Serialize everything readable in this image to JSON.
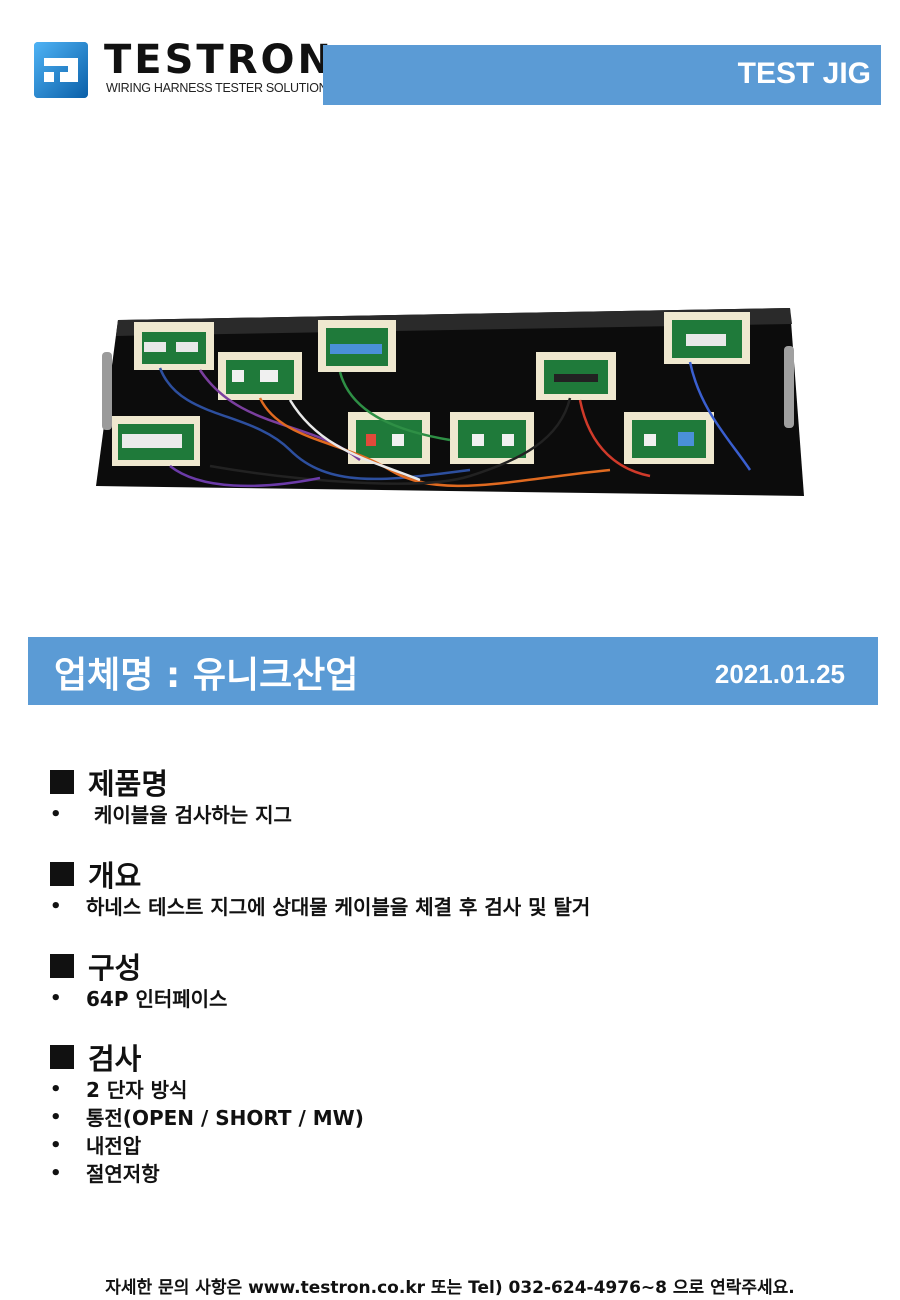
{
  "logo": {
    "name": "TESTRON",
    "tagline": "WIRING HARNESS TESTER SOLUTIONS"
  },
  "header": {
    "label": "TEST JIG",
    "accent_color": "#5b9bd5"
  },
  "company_bar": {
    "company": "업체명 : 유니크산업",
    "date": "2021.01.25"
  },
  "sections": [
    {
      "title": "제품명",
      "items": [
        "케이블을 검사하는 지그"
      ]
    },
    {
      "title": "개요",
      "items": [
        "하네스 테스트 지그에 상대물 케이블을 체결 후 검사 및 탈거"
      ]
    },
    {
      "title": "구성",
      "items": [
        "64P 인터페이스"
      ]
    },
    {
      "title": "검사",
      "items": [
        "2 단자 방식",
        "통전(OPEN / SHORT / MW)",
        "내전압",
        "절연저항"
      ]
    }
  ],
  "bullet_char": "•",
  "footer": "자세한 문의 사항은 www.testron.co.kr 또는 Tel) 032-624-4976~8 으로 연락주세요."
}
